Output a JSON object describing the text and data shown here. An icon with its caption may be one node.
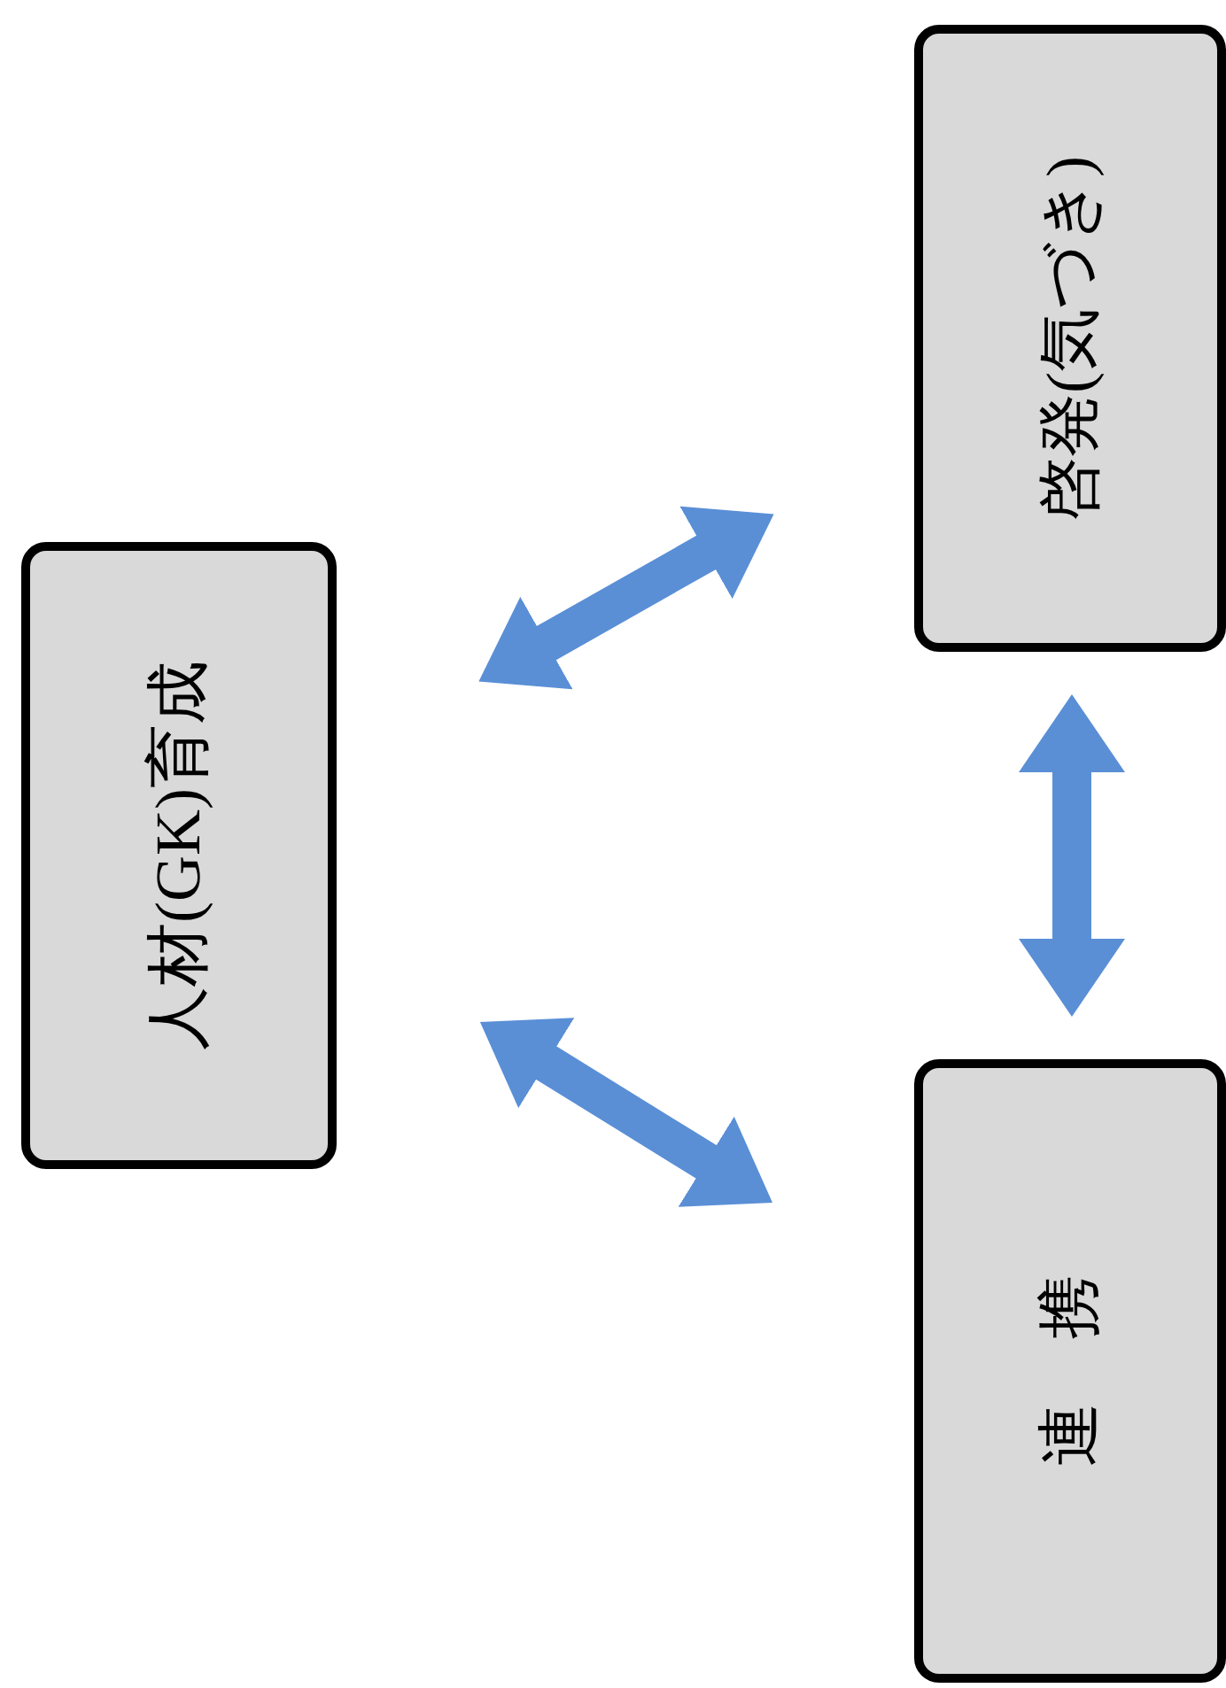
{
  "diagram": {
    "nodes": [
      {
        "text": [
          "人材(GK)育成"
        ]
      },
      {
        "text": [
          "啓発(気づき)"
        ]
      },
      {
        "text": [
          "連　携"
        ]
      }
    ],
    "edges": [
      {
        "from": 0,
        "to": 1,
        "arrow": "both"
      },
      {
        "from": 0,
        "to": 2,
        "arrow": "both"
      },
      {
        "from": 1,
        "to": 2,
        "arrow": "both"
      }
    ]
  }
}
